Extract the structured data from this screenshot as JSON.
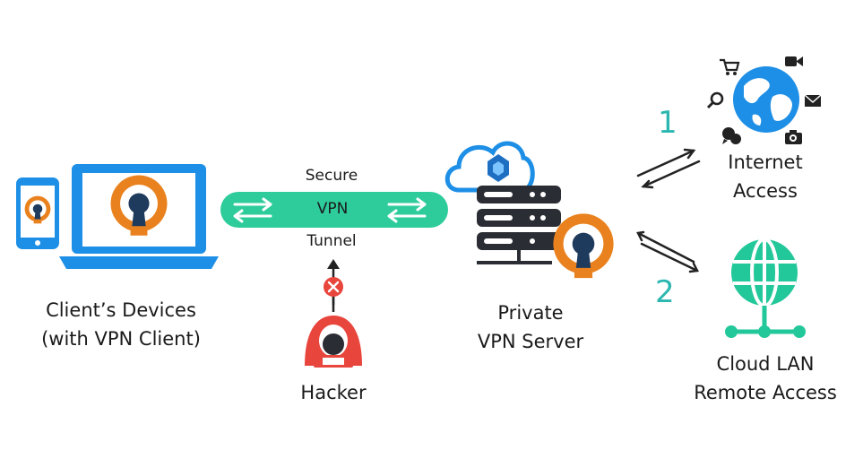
{
  "client": {
    "line1": "Client’s Devices",
    "line2": "(with VPN Client)"
  },
  "tunnel": {
    "top": "Secure",
    "middle": "VPN",
    "bottom": "Tunnel"
  },
  "hacker": {
    "label": "Hacker"
  },
  "server": {
    "line1": "Private",
    "line2": "VPN Server"
  },
  "internet": {
    "line1": "Internet",
    "line2": "Access",
    "number": "1"
  },
  "lan": {
    "line1": "Cloud LAN",
    "line2": "Remote Access",
    "number": "2"
  },
  "colors": {
    "device_blue": "#1e8fe6",
    "vpn_orange": "#e9821e",
    "tunnel_teal": "#2ecc9b",
    "hacker_red": "#e8453c",
    "server_dark": "#2a2d33",
    "lan_green": "#22c79a",
    "number_teal": "#2bb7b0"
  }
}
